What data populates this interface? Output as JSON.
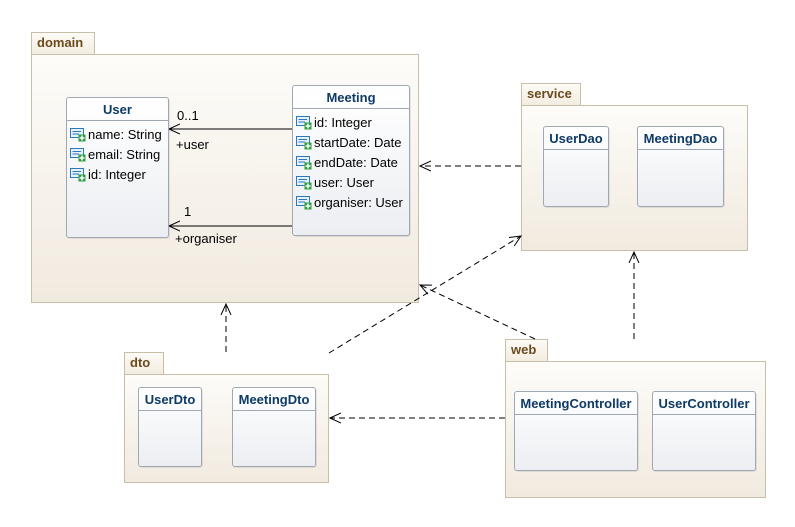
{
  "packages": {
    "domain": {
      "label": "domain"
    },
    "service": {
      "label": "service"
    },
    "dto": {
      "label": "dto"
    },
    "web": {
      "label": "web"
    }
  },
  "classes": {
    "user": {
      "name": "User",
      "attributes": [
        "name: String",
        "email: String",
        "id: Integer"
      ]
    },
    "meeting": {
      "name": "Meeting",
      "attributes": [
        "id: Integer",
        "startDate: Date",
        "endDate: Date",
        "user: User",
        "organiser: User"
      ]
    },
    "user_dao": {
      "name": "UserDao"
    },
    "meeting_dao": {
      "name": "MeetingDao"
    },
    "user_dto": {
      "name": "UserDto"
    },
    "meeting_dto": {
      "name": "MeetingDto"
    },
    "meeting_controller": {
      "name": "MeetingController"
    },
    "user_controller": {
      "name": "UserController"
    }
  },
  "associations": {
    "user_assoc": {
      "multiplicity": "0..1",
      "role": "+user"
    },
    "organiser_assoc": {
      "multiplicity": "1",
      "role": "+organiser"
    }
  },
  "colors": {
    "package_border": "#c8bfa8",
    "package_label": "#6b4a1e",
    "class_name": "#0e3a66",
    "attribute_icon": "#2d7ab8",
    "attribute_plus": "#2f9e3e"
  }
}
